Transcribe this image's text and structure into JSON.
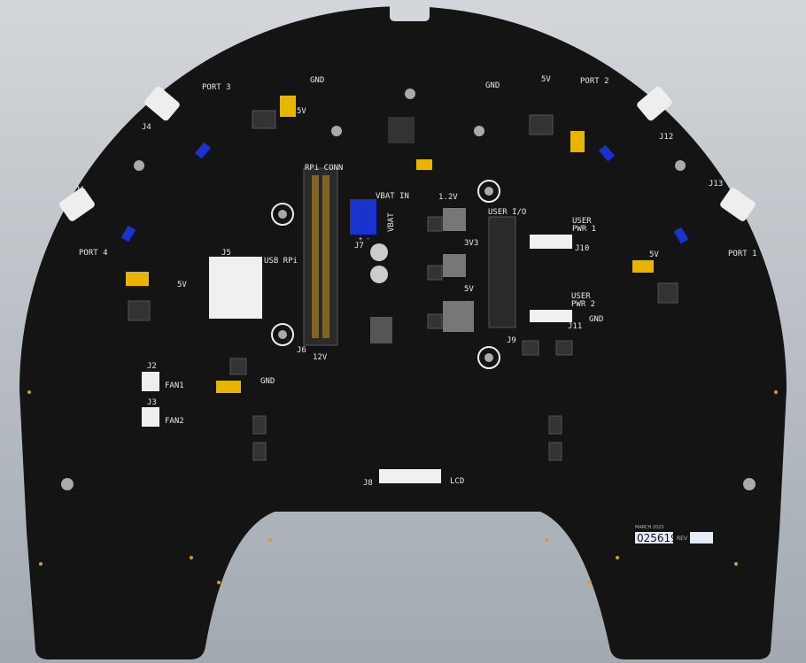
{
  "colors": {
    "board": "#141414",
    "silk": "#e8e8e8",
    "gold": "#d4a017",
    "blue": "#1a33cc",
    "white": "#f0f0f0",
    "background": "#b8bec5"
  },
  "labels": {
    "port3": "PORT 3",
    "port2": "PORT 2",
    "port4": "PORT 4",
    "port1": "PORT 1",
    "j4": "J4",
    "j12": "J12",
    "j1": "J1",
    "j13": "J13",
    "gnd_tl": "GND",
    "gnd_tr": "GND",
    "five_v_tl": "5V",
    "five_v_tr": "5V",
    "rpi_conn": "RPi CONN",
    "usb_rpi": "USB RPi",
    "j5": "J5",
    "j6": "J6",
    "twelve_v": "12V",
    "vbat_in": "VBAT IN",
    "vbat": "VBAT",
    "j7": "J7",
    "plus_minus": "+ -",
    "v12": "1.2V",
    "v33": "3V3",
    "v5": "5V",
    "user_io": "USER I/O",
    "j9": "J9",
    "user_pwr1_a": "USER",
    "user_pwr1_b": "PWR 1",
    "j10": "J10",
    "user_pwr2_a": "USER",
    "user_pwr2_b": "PWR 2",
    "j11": "J11",
    "gnd_right": "GND",
    "five_v_left": "5V",
    "five_v_right": "5V",
    "j2": "J2",
    "fan1": "FAN1",
    "j3": "J3",
    "fan2": "FAN2",
    "gnd_mid": "GND",
    "j8": "J8",
    "lcd": "LCD"
  },
  "footer": {
    "date": "MARCH 2023",
    "serial": "025619",
    "rev_label": "REV",
    "rev_value": ""
  }
}
